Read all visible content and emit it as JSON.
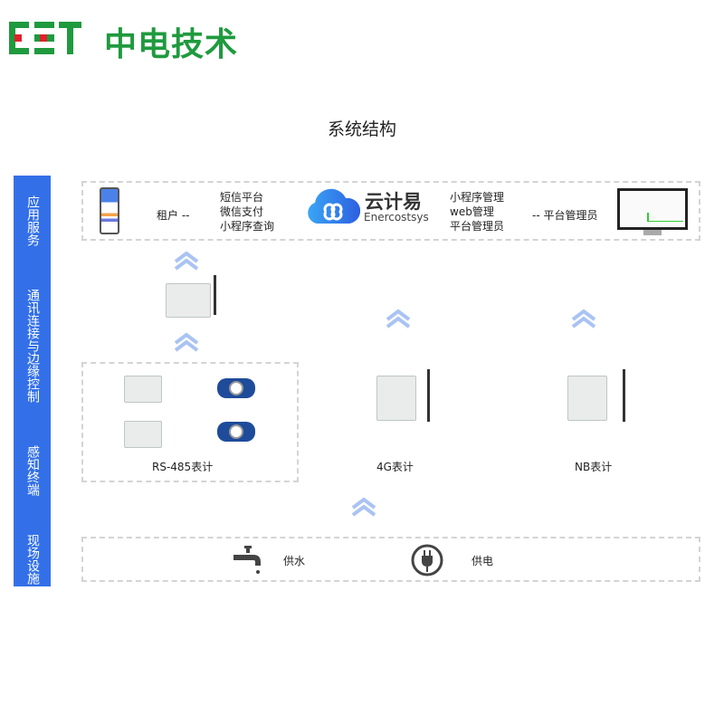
{
  "logo": {
    "latin": "CET",
    "chinese": "中电技术"
  },
  "title": "系统结构",
  "layers": [
    "应用服务",
    "通讯连接与边缘控制",
    "感知终端",
    "现场设施"
  ],
  "app_layer": {
    "tenant": "租户 --",
    "tenant_features": [
      "短信平台",
      "微信支付",
      "小程序查询"
    ],
    "brand_cn": "云计易",
    "brand_en": "Enercostsys",
    "admin_features": [
      "小程序管理",
      "web管理",
      "平台管理员"
    ],
    "admin": "-- 平台管理员"
  },
  "terminals": {
    "rs485": "RS-485表计",
    "g4": "4G表计",
    "nb": "NB表计"
  },
  "facilities": {
    "water": "供水",
    "power": "供电"
  },
  "colors": {
    "green": "#1f9a3e",
    "red": "#e0202a",
    "blue": "#3370e8",
    "chevron": "#a9c3f3"
  }
}
